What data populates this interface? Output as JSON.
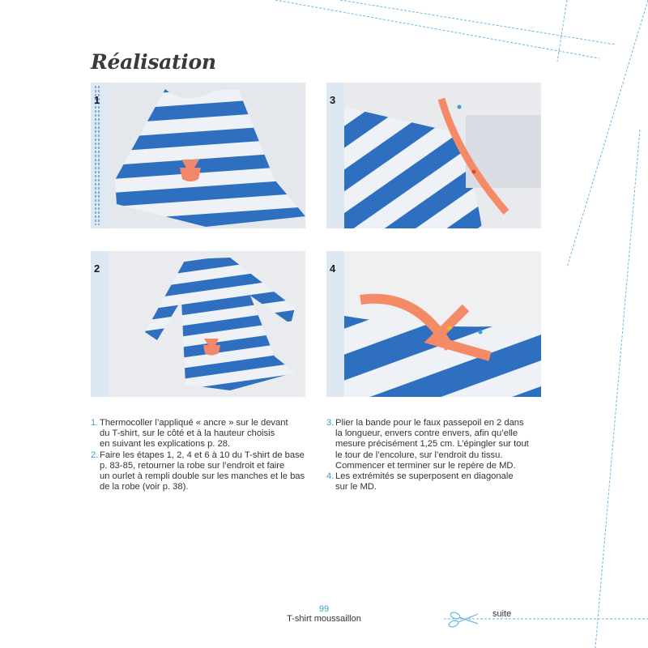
{
  "page": {
    "title": "Réalisation",
    "page_number": "99",
    "running_title": "T-shirt moussaillon",
    "continued_label": "suite",
    "accent_color": "#3aa0cf",
    "stripe_blue": "#2f6fc0"
  },
  "photos": [
    {
      "step": "1",
      "icon": "striped-dress-front-anchor-photo"
    },
    {
      "step": "3",
      "icon": "neckline-pinned-bias-photo"
    },
    {
      "step": "2",
      "icon": "finished-dress-long-sleeves-photo"
    },
    {
      "step": "4",
      "icon": "bias-ends-crossing-photo"
    }
  ],
  "instructions": {
    "left": [
      {
        "num": "1.",
        "lines": [
          "Thermocoller l’appliqué « ancre » sur le devant",
          "du T-shirt, sur le côté et à la hauteur choisis",
          "en suivant les explications p. 28."
        ]
      },
      {
        "num": "2.",
        "lines": [
          "Faire les étapes 1, 2, 4 et 6 à 10 du T-shirt de base",
          "p. 83-85, retourner la robe sur l’endroit et faire",
          "un ourlet à rempli double sur les manches et le bas",
          "de la robe (voir p. 38)."
        ]
      }
    ],
    "right": [
      {
        "num": "3.",
        "lines": [
          "Plier la bande pour le faux passepoil en 2 dans",
          "la longueur, envers contre envers, afin qu’elle",
          "mesure précisément 1,25 cm. L’épingler sur tout",
          "le tour de l’encolure, sur l’endroit du tissu.",
          "Commencer et terminer sur le repère de MD."
        ]
      },
      {
        "num": "4.",
        "lines": [
          "Les extrémités se superposent en diagonale",
          "sur le MD."
        ]
      }
    ]
  }
}
